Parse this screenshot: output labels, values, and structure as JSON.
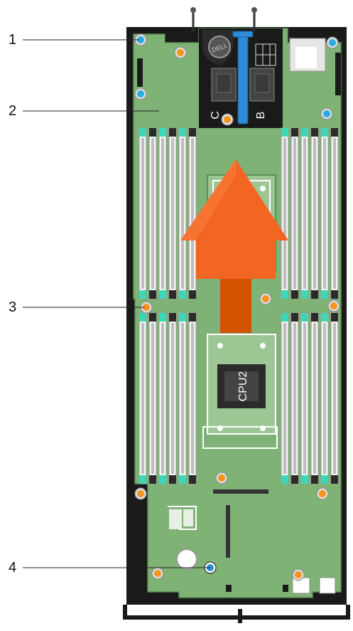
{
  "callouts": [
    {
      "number": "1"
    },
    {
      "number": "2"
    },
    {
      "number": "3"
    },
    {
      "number": "4"
    }
  ],
  "board": {
    "cpu_label": "CPU2",
    "mezz_label_c": "C",
    "mezz_label_b": "B",
    "logo_text": "DELL"
  },
  "colors": {
    "board_green": "#7fb275",
    "board_edge": "#5c8f55",
    "chassis_black": "#1a1a1a",
    "arrow_orange": "#f26522",
    "arrow_stem": "#d35400",
    "screw_orange": "#f7941d",
    "screw_cyan": "#29abe2",
    "latch_blue": "#2e8bd8",
    "dimm_slot_white": "#f4f4f4",
    "dimm_key_teal": "#3fd6b8"
  }
}
